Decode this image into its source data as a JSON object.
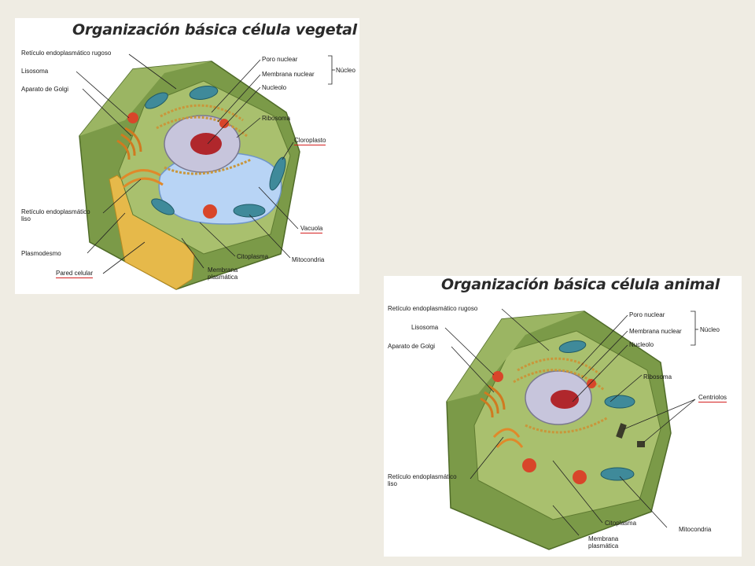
{
  "plant": {
    "title": "Organización básica célula vegetal",
    "labels": {
      "rer": "Retículo endoplasmático rugoso",
      "lisosoma": "Lisosoma",
      "golgi": "Aparato de Golgi",
      "ser_1": "Retículo endoplasmático",
      "ser_2": "liso",
      "plasmodesmo": "Plasmodesmo",
      "pared": "Pared celular",
      "membrana_1": "Membrana",
      "membrana_2": "plasmática",
      "citoplasma": "Citoplasma",
      "mitocondria": "Mitocondria",
      "vacuola": "Vacuola",
      "cloroplasto": "Cloroplasto",
      "ribosoma": "Ribosoma",
      "nucleolo": "Nucleolo",
      "membrana_nuclear": "Membrana nuclear",
      "poro_nuclear": "Poro nuclear",
      "nucleo": "Núcleo"
    }
  },
  "animal": {
    "title": "Organización básica célula animal",
    "labels": {
      "rer": "Retículo endoplasmático rugoso",
      "lisosoma": "Lisosoma",
      "golgi": "Aparato de Golgi",
      "ser_1": "Retículo endoplasmático",
      "ser_2": "liso",
      "membrana_1": "Membrana",
      "membrana_2": "plasmática",
      "citoplasma": "Citoplasma",
      "mitocondria": "Mitocondria",
      "centriolos": "Centriolos",
      "ribosoma": "Ribosoma",
      "nucleolo": "Nucleolo",
      "membrana_nuclear": "Membrana nuclear",
      "poro_nuclear": "Poro nuclear",
      "nucleo": "Núcleo"
    }
  },
  "colors": {
    "underline": "#d42020",
    "cell_green": "#93ad5c",
    "cell_dark": "#6d8a3c",
    "wall_yellow": "#e6b94a",
    "vacuole_blue": "#b8d4f5",
    "mitochondria_teal": "#3f8a9a",
    "organelle_red": "#d8452a"
  }
}
